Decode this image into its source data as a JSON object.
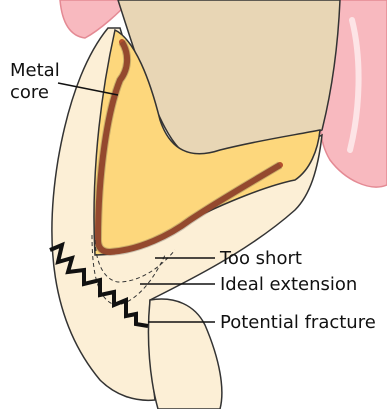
{
  "labels": {
    "metal_core_line1": "Metal",
    "metal_core_line2": "core",
    "too_short": "Too short",
    "ideal_extension": "Ideal extension",
    "potential_fracture": "Potential fracture"
  },
  "colors": {
    "tooth": "#fcefd6",
    "crown": "#e8d6b5",
    "filling": "#fdd77c",
    "metal_core": "#b4502d",
    "gum": "#f8b9bf",
    "gum_highlight": "#fde4e6",
    "fracture_line": "#111111",
    "outline": "#333333"
  }
}
